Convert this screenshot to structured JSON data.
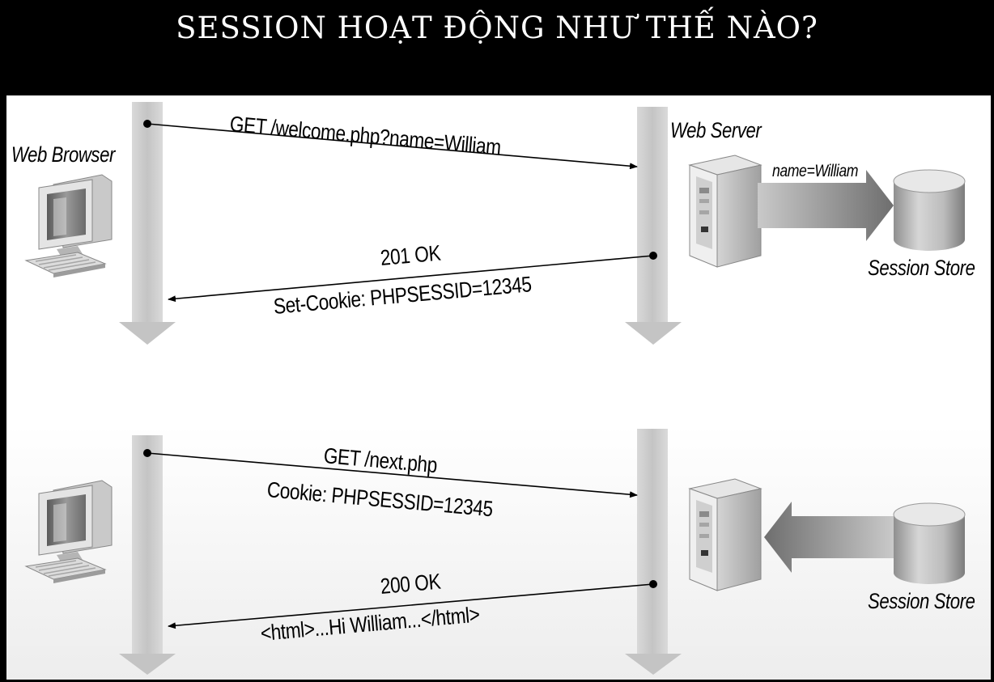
{
  "title": "SESSION HOẠT ĐỘNG NHƯ THẾ NÀO?",
  "nodes": {
    "browser": "Web Browser",
    "server": "Web Server",
    "store_top": "Session Store",
    "store_bottom": "Session Store"
  },
  "messages": {
    "req1": "GET /welcome.php?name=William",
    "store_write": "name=William",
    "resp1_status": "201 OK",
    "resp1_header": "Set-Cookie: PHPSESSID=12345",
    "req2": "GET /next.php",
    "req2_cookie": "Cookie: PHPSESSID=12345",
    "resp2_status": "200 OK",
    "resp2_body": "<html>...Hi William...</html>"
  },
  "icons": [
    "computer-icon",
    "server-icon",
    "database-icon",
    "arrow-icon"
  ],
  "colors": {
    "background": "#000000",
    "panel": "#ffffff",
    "lifeline": "#c8c8c8",
    "text": "#000000"
  }
}
